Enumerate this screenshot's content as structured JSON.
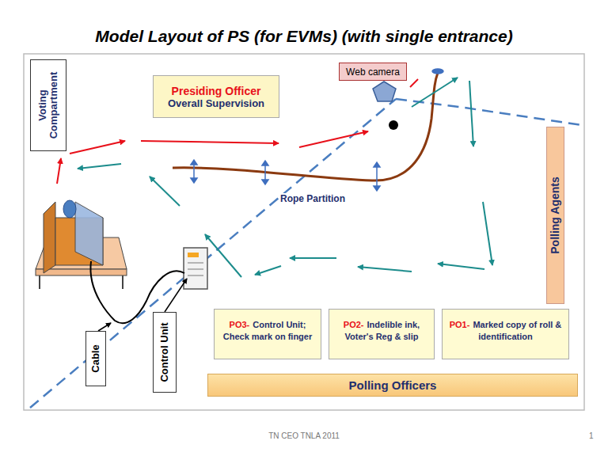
{
  "diagram": {
    "title": "Model Layout of PS (for EVMs) (with single entrance)",
    "nodes": [
      {
        "text": [
          "Voting Compartment"
        ]
      },
      {
        "text": [
          "Presiding Officer",
          "Overall Supervision"
        ]
      },
      {
        "text": [
          "Web camera"
        ]
      },
      {
        "text": [
          "Polling Agents"
        ]
      },
      {
        "text": [
          "PO3-",
          "Control Unit; Check mark on finger"
        ]
      },
      {
        "text": [
          "PO2-",
          "Indelible ink, Voter's Reg & slip"
        ]
      },
      {
        "text": [
          "PO1-",
          "Marked copy of roll & identification"
        ]
      },
      {
        "text": [
          "Polling Officers"
        ]
      },
      {
        "text": [
          "Cable"
        ]
      },
      {
        "text": [
          "Control Unit"
        ]
      }
    ],
    "labels": [
      "Rope Partition",
      "TN CEO TNLA 2011",
      "1"
    ]
  }
}
